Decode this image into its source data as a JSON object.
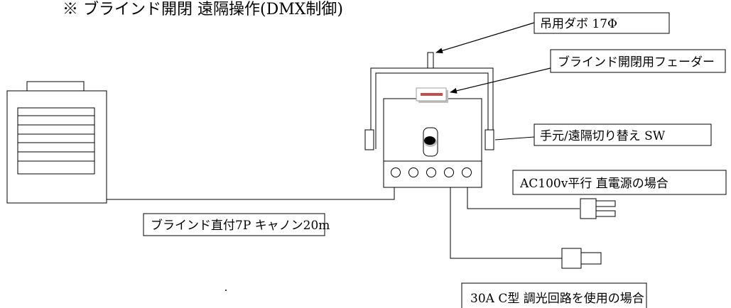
{
  "header": {
    "title": "※ ブラインド開閉 遠隔操作(DMX制御)"
  },
  "labels": {
    "hanger_dowel": "吊用ダボ 17Φ",
    "blind_fader": "ブラインド開閉用フェーダー",
    "local_remote_switch": "手元/遠隔切り替え SW",
    "ac_direct_power": "AC100v平行 直電源の場合",
    "blind_cable": "ブラインド直付7P キャノン20m",
    "dimmer_circuit": "30A C型 調光回路を使用の場合"
  },
  "colors": {
    "line": "#000000",
    "fader_bar": "#c0504d",
    "fader_shadow": "#bfbfbf"
  },
  "icons": {
    "blind_unit": "window-blind-icon",
    "controller": "controller-box-icon",
    "toggle": "toggle-switch-icon",
    "connectors": "circular-connector-icon",
    "parallel_plug": "ac-parallel-plug-icon",
    "c_type_plug": "c-type-plug-icon"
  }
}
